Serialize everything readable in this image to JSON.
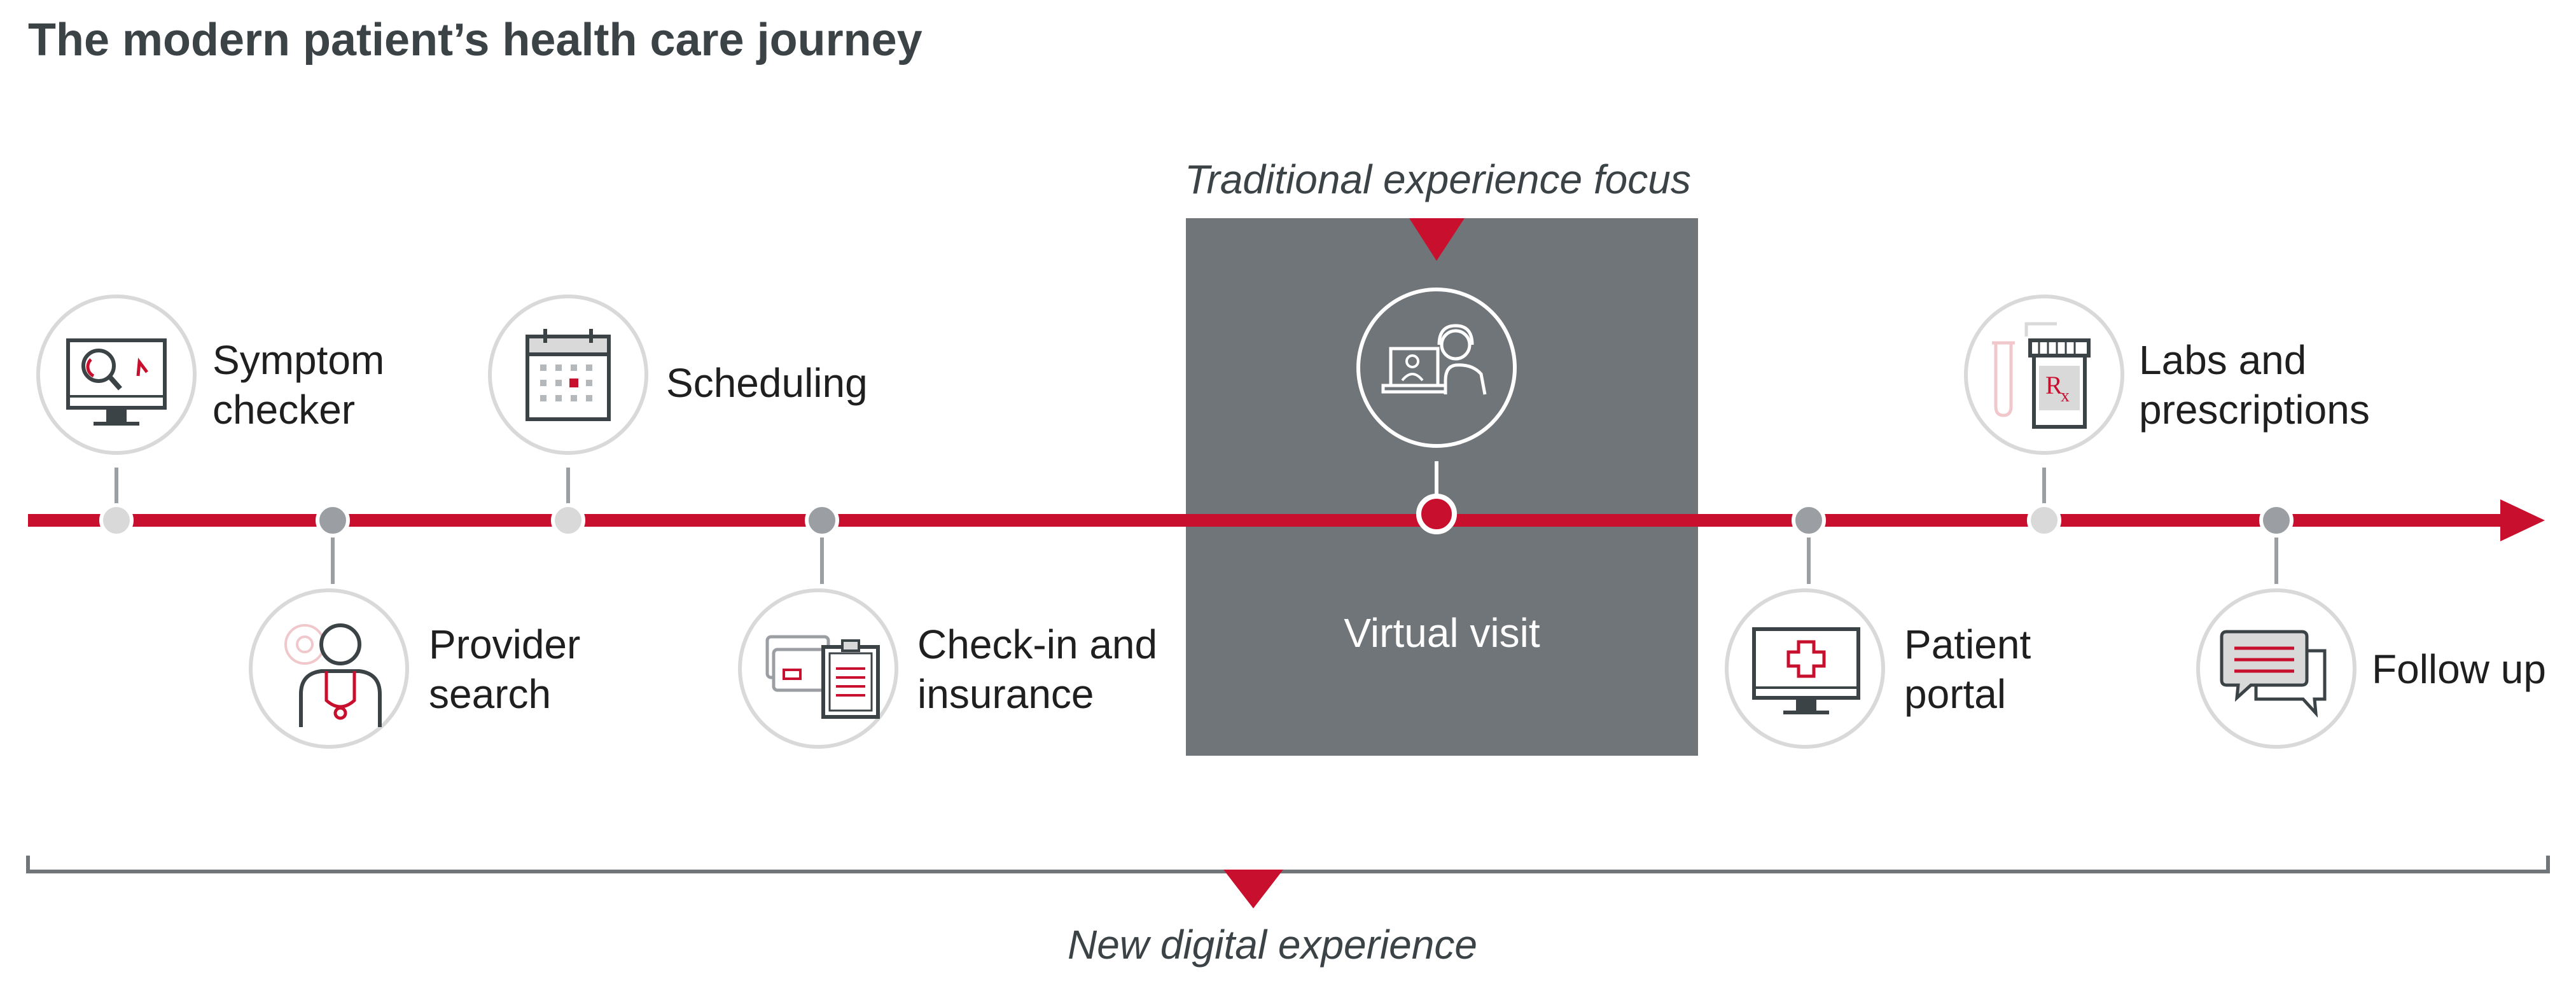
{
  "title": "The modern patient’s health care journey",
  "focus_label": "Traditional experience focus",
  "digital_label": "New digital experience",
  "colors": {
    "accent": "#c8102e",
    "box": "#70757a",
    "dot": "#9b9fa3",
    "circle_border": "#d9d9d9"
  },
  "steps": [
    {
      "id": "symptom-checker",
      "icon": "monitor-magnifier-icon",
      "line1": "Symptom",
      "line2": "checker"
    },
    {
      "id": "provider-search",
      "icon": "doctor-stethoscope-icon",
      "line1": "Provider",
      "line2": "search"
    },
    {
      "id": "scheduling",
      "icon": "calendar-icon",
      "line1": "Scheduling",
      "line2": ""
    },
    {
      "id": "check-in",
      "icon": "clipboard-cards-icon",
      "line1": "Check-in and",
      "line2": "insurance"
    },
    {
      "id": "virtual-visit",
      "icon": "video-call-icon",
      "line1": "Virtual visit",
      "line2": ""
    },
    {
      "id": "patient-portal",
      "icon": "monitor-cross-icon",
      "line1": "Patient",
      "line2": "portal"
    },
    {
      "id": "labs",
      "icon": "pill-bottle-icon",
      "line1": "Labs and",
      "line2": "prescriptions"
    },
    {
      "id": "follow-up",
      "icon": "chat-bubbles-icon",
      "line1": "Follow up",
      "line2": ""
    }
  ]
}
